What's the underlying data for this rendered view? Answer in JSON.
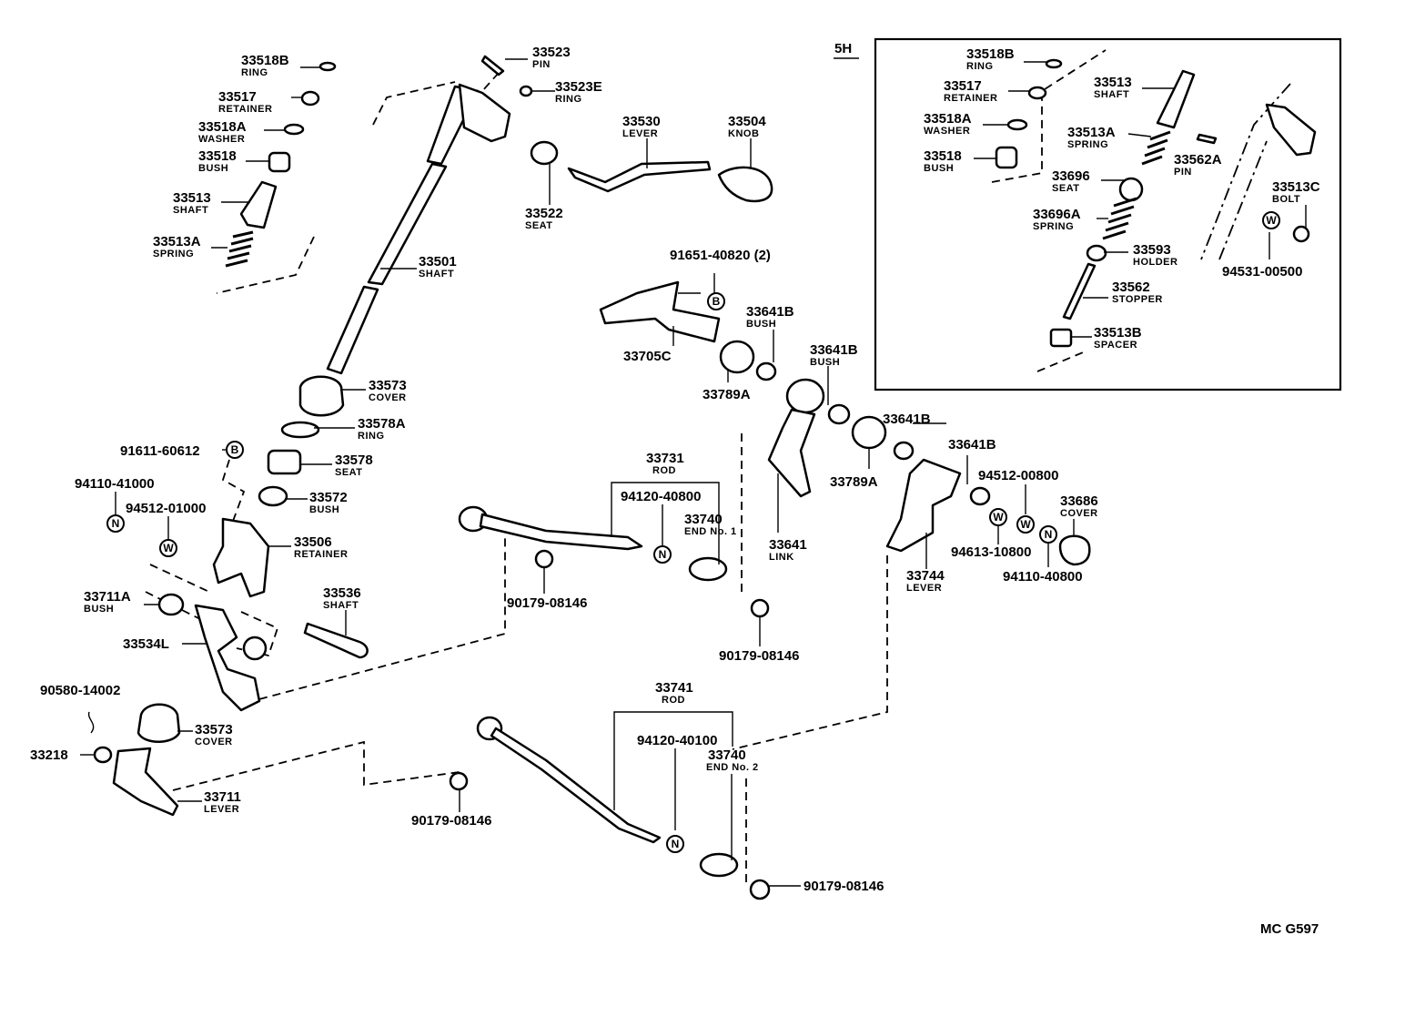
{
  "diagram_code": "MC G597",
  "inset_label": "5H",
  "symbols": {
    "B": "B",
    "N": "N",
    "W": "W"
  },
  "labels": {
    "p33518B": {
      "num": "33518B",
      "name": "RING"
    },
    "p33517": {
      "num": "33517",
      "name": "RETAINER"
    },
    "p33518A": {
      "num": "33518A",
      "name": "WASHER"
    },
    "p33518": {
      "num": "33518",
      "name": "BUSH"
    },
    "p33513": {
      "num": "33513",
      "name": "SHAFT"
    },
    "p33513A": {
      "num": "33513A",
      "name": "SPRING"
    },
    "p33523": {
      "num": "33523",
      "name": "PIN"
    },
    "p33523E": {
      "num": "33523E",
      "name": "RING"
    },
    "p33530": {
      "num": "33530",
      "name": "LEVER"
    },
    "p33504": {
      "num": "33504",
      "name": "KNOB"
    },
    "p33522": {
      "num": "33522",
      "name": "SEAT"
    },
    "p33501": {
      "num": "33501",
      "name": "SHAFT"
    },
    "p91651": {
      "num": "91651-40820 (2)"
    },
    "p33705C": {
      "num": "33705C"
    },
    "p33789A_1": {
      "num": "33789A"
    },
    "p33641B_1": {
      "num": "33641B",
      "name": "BUSH"
    },
    "p33641B_2": {
      "num": "33641B",
      "name": "BUSH"
    },
    "p33641B_3": {
      "num": "33641B"
    },
    "p33641B_4": {
      "num": "33641B"
    },
    "p33789A_2": {
      "num": "33789A"
    },
    "p33641": {
      "num": "33641",
      "name": "LINK"
    },
    "p33573_top": {
      "num": "33573",
      "name": "COVER"
    },
    "p33578A": {
      "num": "33578A",
      "name": "RING"
    },
    "p91611": {
      "num": "91611-60612"
    },
    "p33578": {
      "num": "33578",
      "name": "SEAT"
    },
    "p94110_41000": {
      "num": "94110-41000"
    },
    "p33572": {
      "num": "33572",
      "name": "BUSH"
    },
    "p94512_01000": {
      "num": "94512-01000"
    },
    "p33506": {
      "num": "33506",
      "name": "RETAINER"
    },
    "p33711A": {
      "num": "33711A",
      "name": "BUSH"
    },
    "p33536": {
      "num": "33536",
      "name": "SHAFT"
    },
    "p33534L": {
      "num": "33534L"
    },
    "p90580": {
      "num": "90580-14002"
    },
    "p33573_bot": {
      "num": "33573",
      "name": "COVER"
    },
    "p33218": {
      "num": "33218"
    },
    "p33711": {
      "num": "33711",
      "name": "LEVER"
    },
    "p33731": {
      "num": "33731",
      "name": "ROD"
    },
    "p94120_40800": {
      "num": "94120-40800"
    },
    "p33740_1": {
      "num": "33740",
      "name": "END No. 1"
    },
    "p90179_a": {
      "num": "90179-08146"
    },
    "p90179_b": {
      "num": "90179-08146"
    },
    "p90179_c": {
      "num": "90179-08146"
    },
    "p90179_d": {
      "num": "90179-08146"
    },
    "p94512_00800": {
      "num": "94512-00800"
    },
    "p33686": {
      "num": "33686",
      "name": "COVER"
    },
    "p33744": {
      "num": "33744",
      "name": "LEVER"
    },
    "p94613": {
      "num": "94613-10800"
    },
    "p94110_40800": {
      "num": "94110-40800"
    },
    "p33741": {
      "num": "33741",
      "name": "ROD"
    },
    "p94120_40100": {
      "num": "94120-40100"
    },
    "p33740_2": {
      "num": "33740",
      "name": "END No. 2"
    },
    "i33518B": {
      "num": "33518B",
      "name": "RING"
    },
    "i33517": {
      "num": "33517",
      "name": "RETAINER"
    },
    "i33518A": {
      "num": "33518A",
      "name": "WASHER"
    },
    "i33518": {
      "num": "33518",
      "name": "BUSH"
    },
    "i33513": {
      "num": "33513",
      "name": "SHAFT"
    },
    "i33513A": {
      "num": "33513A",
      "name": "SPRING"
    },
    "i33562A": {
      "num": "33562A",
      "name": "PIN"
    },
    "i33696": {
      "num": "33696",
      "name": "SEAT"
    },
    "i33513C": {
      "num": "33513C",
      "name": "BOLT"
    },
    "i33696A": {
      "num": "33696A",
      "name": "SPRING"
    },
    "i33593": {
      "num": "33593",
      "name": "HOLDER"
    },
    "i94531": {
      "num": "94531-00500"
    },
    "i33562": {
      "num": "33562",
      "name": "STOPPER"
    },
    "i33513B": {
      "num": "33513B",
      "name": "SPACER"
    }
  }
}
